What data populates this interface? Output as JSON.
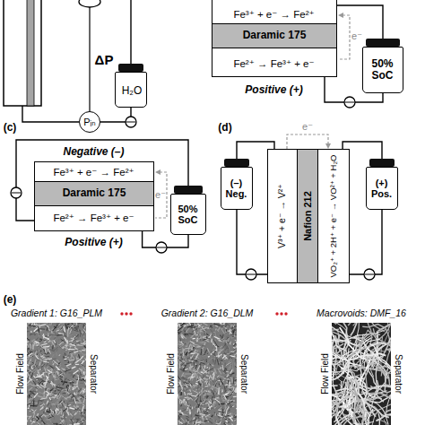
{
  "diagram": {
    "nodes": [
      {
        "text": [
          "H₂O"
        ]
      },
      {
        "text": [
          "Pᵢₙ"
        ]
      },
      {
        "text": [
          "Fe³⁺ + e⁻ → Fe²⁺",
          "Fe²⁺ → Fe³⁺ + e⁻",
          "Positive (+)"
        ]
      },
      {
        "text": [
          "Daramic 175"
        ],
        "in": 2
      },
      {
        "text": [
          "50% SoC"
        ]
      },
      {
        "text": [
          "Negative (–)",
          "Fe³⁺ + e⁻ → Fe²⁺",
          "Fe²⁺ → Fe³⁺ + e⁻",
          "Positive (+)"
        ]
      },
      {
        "text": [
          "Daramic 175"
        ],
        "in": 5
      },
      {
        "text": [
          "50% SoC"
        ]
      },
      {
        "text": [
          "(–) Neg."
        ]
      },
      {
        "text": [
          "V³⁺ + e⁻ → V²⁺"
        ]
      },
      {
        "text": [
          "Nafion 212"
        ]
      },
      {
        "text": [
          "VO₂⁺ + 2H⁺ + e⁻ → VO²⁺ + H₂O"
        ]
      },
      {
        "text": [
          "(+) Pos."
        ]
      },
      {
        "text": [
          "Gradient 1: G16_PLM",
          "Flow Field",
          "Separator"
        ]
      },
      {
        "text": [
          "Gradient 2: G16_DLM",
          "Flow Field",
          "Separator"
        ]
      },
      {
        "text": [
          "Macrovoids: DMF_16",
          "Flow Field",
          "Separator"
        ]
      }
    ],
    "edges": [
      {
        "from": 1,
        "to": 0,
        "arrow": "none"
      },
      {
        "from": 2,
        "to": 4,
        "arrow": "none"
      },
      {
        "from": 2,
        "to": 4,
        "arrow": "none"
      },
      {
        "from": 7,
        "to": 5,
        "arrow": "none"
      },
      {
        "from": 5,
        "to": 7,
        "arrow": "none"
      },
      {
        "from": 9,
        "to": 8,
        "arrow": "none"
      },
      {
        "from": 9,
        "to": 8,
        "arrow": "none"
      },
      {
        "from": 11,
        "to": 12,
        "arrow": "none"
      },
      {
        "from": 11,
        "to": 12,
        "arrow": "none"
      }
    ],
    "labels": [
      "ΔP",
      "e⁻",
      "e⁻",
      "e⁻",
      "(c)",
      "(d)",
      "(e)"
    ]
  }
}
